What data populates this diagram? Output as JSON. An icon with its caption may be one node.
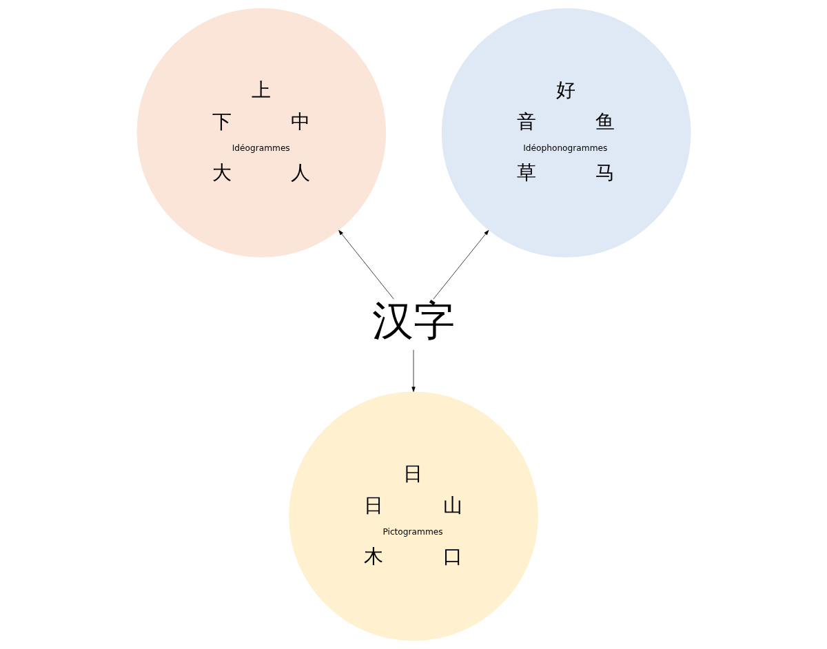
{
  "diagram": {
    "nodes": [
      {
        "text": [
          "上",
          "下",
          "中",
          "Idéogrammes",
          "大",
          "人"
        ]
      },
      {
        "text": [
          "好",
          "音",
          "鱼",
          "Idéophonogrammes",
          "草",
          "马"
        ]
      },
      {
        "text": [
          "汉字"
        ]
      },
      {
        "text": [
          "日",
          "日",
          "山",
          "Pictogrammes",
          "木",
          "口"
        ]
      }
    ],
    "edges": [
      {
        "from": 2,
        "to": 0,
        "arrow": "to"
      },
      {
        "from": 2,
        "to": 1,
        "arrow": "to"
      },
      {
        "from": 2,
        "to": 3,
        "arrow": "to"
      }
    ]
  }
}
